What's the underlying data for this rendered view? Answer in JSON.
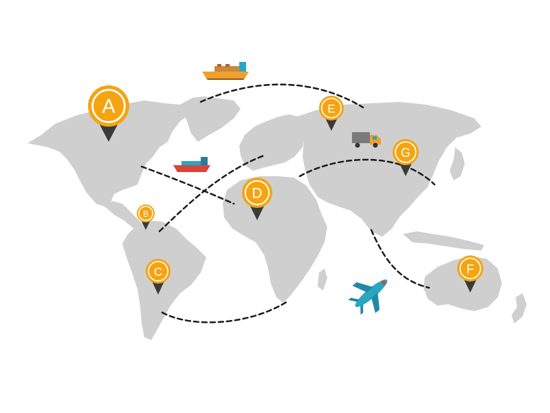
{
  "colors": {
    "land": "#cfcfcf",
    "route": "#1a1a1a",
    "pin_fill": "#f5a411",
    "pin_ring": "#ffffff",
    "pin_tip": "#3a3a3a",
    "vehicle_teal": "#2aa6c3",
    "vehicle_red": "#d8453a",
    "vehicle_orange": "#f0a02b"
  },
  "pins": [
    {
      "id": "a",
      "label": "A"
    },
    {
      "id": "b",
      "label": "B"
    },
    {
      "id": "c",
      "label": "C"
    },
    {
      "id": "d",
      "label": "D"
    },
    {
      "id": "e",
      "label": "E"
    },
    {
      "id": "f",
      "label": "F"
    },
    {
      "id": "g",
      "label": "G"
    }
  ],
  "icons": [
    "cargo-ship-icon",
    "container-ship-icon",
    "truck-icon",
    "airplane-icon"
  ]
}
